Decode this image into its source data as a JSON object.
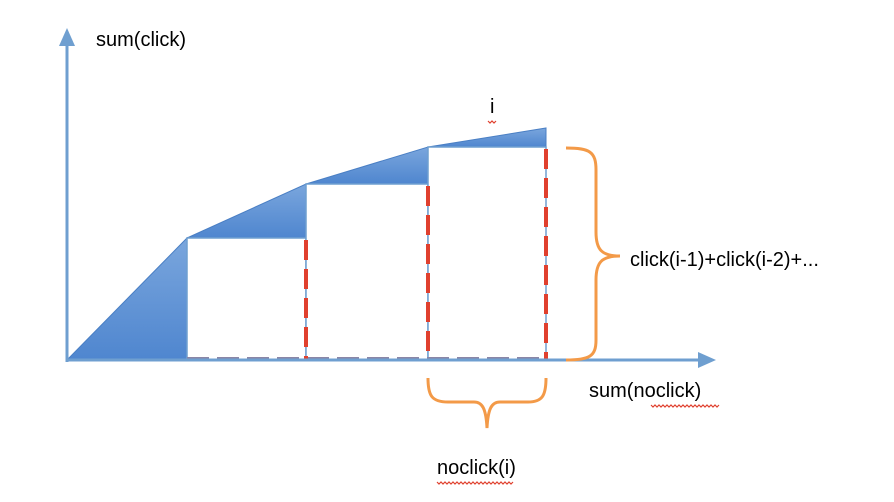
{
  "labels": {
    "y_axis": "sum(click)",
    "x_axis": "sum(noclick)",
    "point": "i",
    "vertical_brace": "click(i-1)+click(i-2)+...",
    "horizontal_brace": "noclick(i)"
  },
  "colors": {
    "axis": "#6f9fd0",
    "curve_fill": "#5b8fd3",
    "curve_fill_light": "#a9c6ec",
    "dashed_red": "#e0402e",
    "dashed_gray": "#8a86a6",
    "brace": "#f39a48",
    "spellcheck_underline": "#e0402e"
  },
  "icons": {
    "y_axis_arrow": "arrow-up-icon",
    "x_axis_arrow": "arrow-right-icon",
    "vertical_brace": "curly-brace-right-icon",
    "horizontal_brace": "curly-brace-down-icon"
  }
}
